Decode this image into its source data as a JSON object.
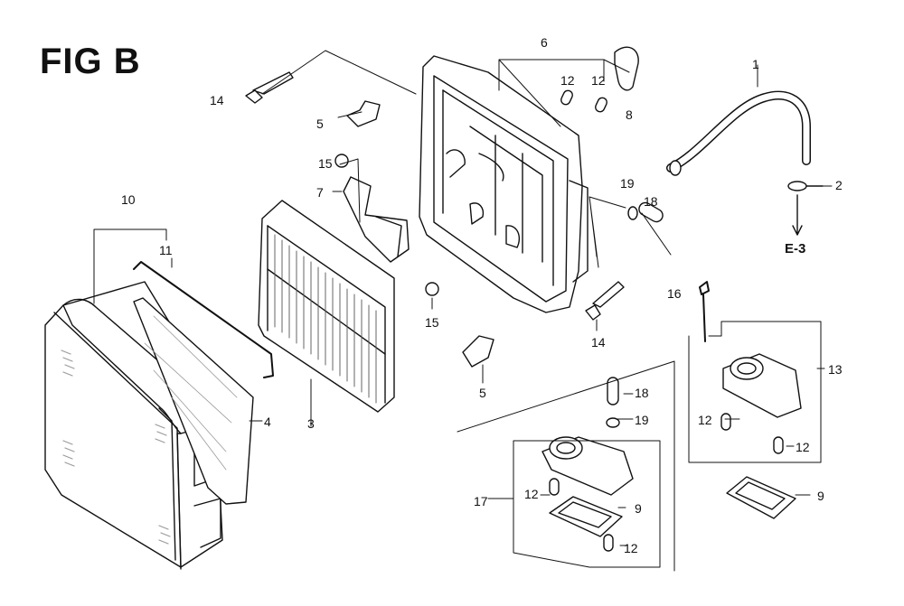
{
  "figure": {
    "title": "FIG B"
  },
  "callouts": {
    "p1": "1",
    "p2": "2",
    "e3": "E-3",
    "p3": "3",
    "p4": "4",
    "p5a": "5",
    "p5b": "5",
    "p6": "6",
    "p7": "7",
    "p8": "8",
    "p9a": "9",
    "p9b": "9",
    "p10": "10",
    "p11": "11",
    "p12a": "12",
    "p12b": "12",
    "p12c": "12",
    "p12d": "12",
    "p12e": "12",
    "p12f": "12",
    "p13": "13",
    "p14a": "14",
    "p14b": "14",
    "p15a": "15",
    "p15b": "15",
    "p16": "16",
    "p17": "17",
    "p18a": "18",
    "p18b": "18",
    "p19a": "19",
    "p19b": "19"
  },
  "colors": {
    "ink": "#111111",
    "paper": "#ffffff",
    "shade": "#9a9a9a"
  }
}
